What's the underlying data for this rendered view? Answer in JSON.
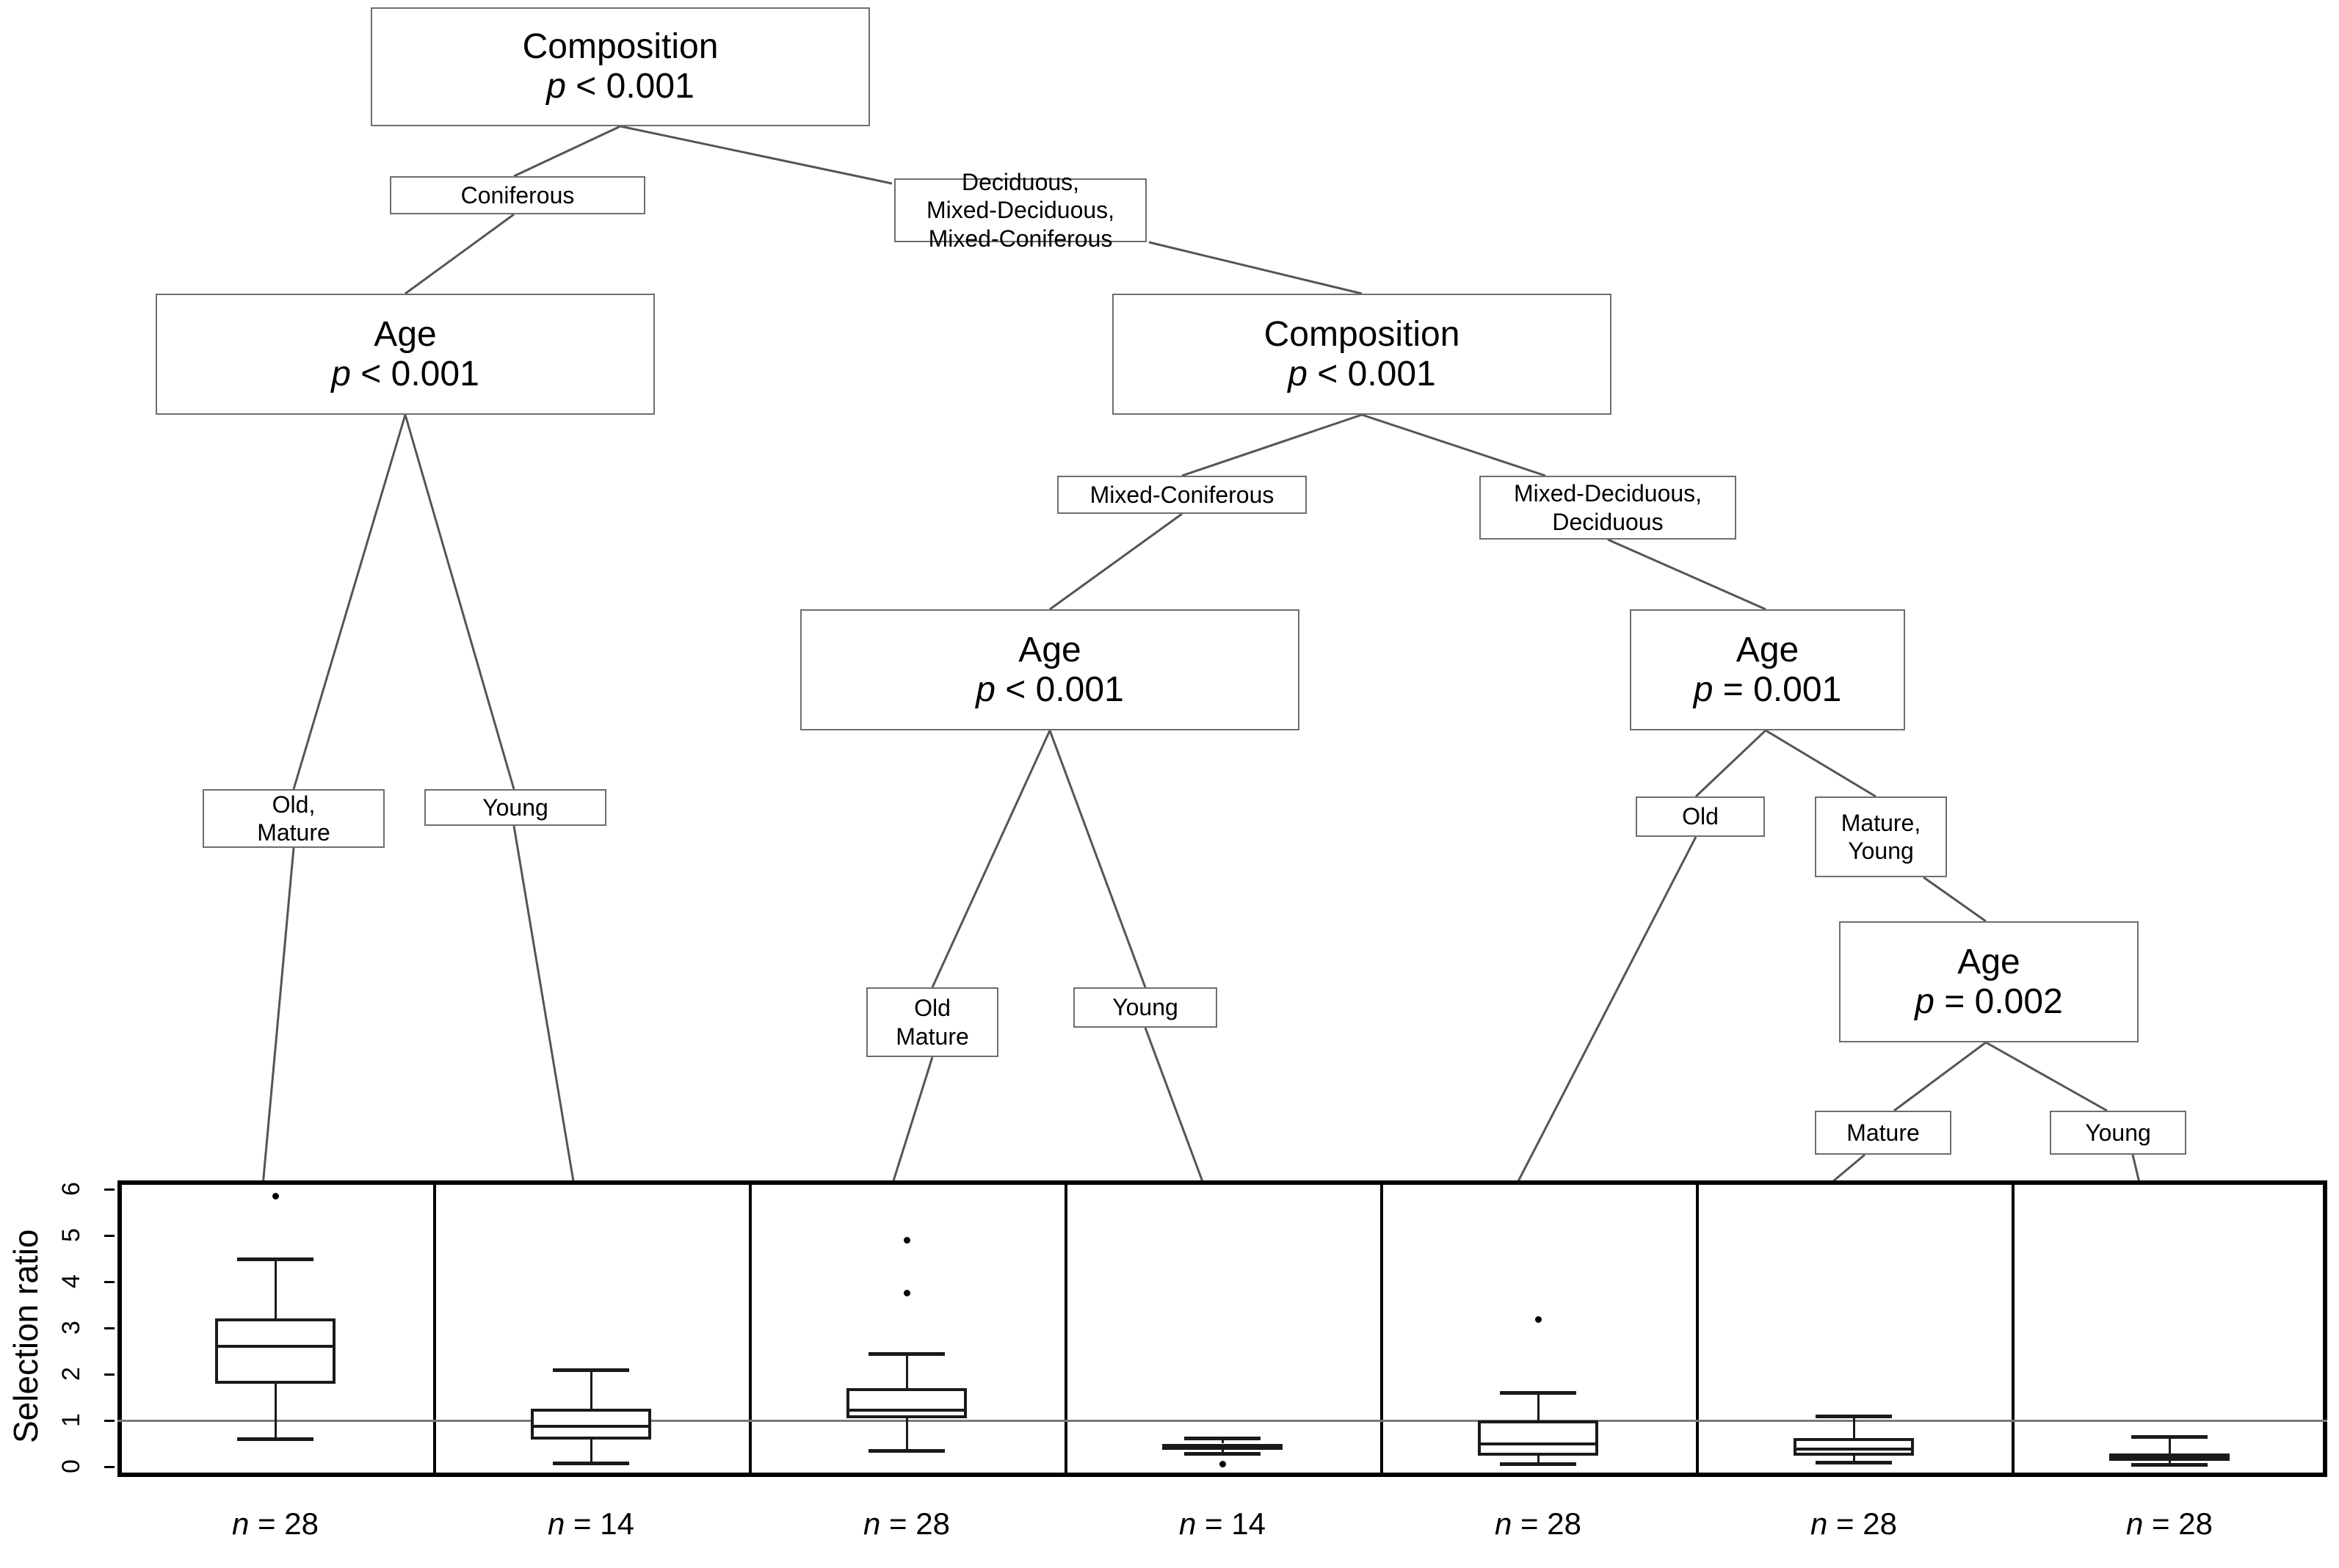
{
  "figure": {
    "type": "conditional-inference-tree",
    "y_axis_title": "Selection ratio",
    "reference_line_value": 1
  },
  "tree": {
    "nodes": [
      {
        "id": "n1",
        "name": "Composition",
        "p": "p < 0.001",
        "p_symbol": "p",
        "p_rest": " < 0.001"
      },
      {
        "id": "n2",
        "name": "Age",
        "p": "p < 0.001",
        "p_symbol": "p",
        "p_rest": " < 0.001"
      },
      {
        "id": "n3",
        "name": "Composition",
        "p": "p < 0.001",
        "p_symbol": "p",
        "p_rest": " < 0.001"
      },
      {
        "id": "n4",
        "name": "Age",
        "p": "p < 0.001",
        "p_symbol": "p",
        "p_rest": " < 0.001"
      },
      {
        "id": "n5",
        "name": "Age",
        "p": "p = 0.001",
        "p_symbol": "p",
        "p_rest": " = 0.001"
      },
      {
        "id": "n6",
        "name": "Age",
        "p": "p = 0.002",
        "p_symbol": "p",
        "p_rest": " = 0.002"
      }
    ],
    "edge_labels": [
      {
        "id": "e1",
        "lines": [
          "Coniferous"
        ]
      },
      {
        "id": "e2",
        "lines": [
          "Deciduous,",
          "Mixed-Deciduous,",
          "Mixed-Coniferous"
        ]
      },
      {
        "id": "e3",
        "lines": [
          "Old,",
          "Mature"
        ]
      },
      {
        "id": "e4",
        "lines": [
          "Young"
        ]
      },
      {
        "id": "e5",
        "lines": [
          "Mixed-Coniferous"
        ]
      },
      {
        "id": "e6",
        "lines": [
          "Mixed-Deciduous,",
          "Deciduous"
        ]
      },
      {
        "id": "e7",
        "lines": [
          "Old",
          "Mature"
        ]
      },
      {
        "id": "e8",
        "lines": [
          "Young"
        ]
      },
      {
        "id": "e9",
        "lines": [
          "Old"
        ]
      },
      {
        "id": "e10",
        "lines": [
          "Mature,",
          "Young"
        ]
      },
      {
        "id": "e11",
        "lines": [
          "Mature"
        ]
      },
      {
        "id": "e12",
        "lines": [
          "Young"
        ]
      }
    ]
  },
  "chart_data": {
    "type": "boxplot",
    "title": "",
    "xlabel": "",
    "ylabel": "Selection ratio",
    "ylim": [
      0,
      6
    ],
    "yticks": [
      0,
      1,
      2,
      3,
      4,
      5,
      6
    ],
    "ytick_labels": [
      "0",
      "1",
      "2",
      "3",
      "4",
      "5",
      "6"
    ],
    "grid": false,
    "reference_line": 1,
    "terminal_labels": [
      "n = 28",
      "n = 14",
      "n = 28",
      "n = 14",
      "n = 28",
      "n = 28",
      "n = 28"
    ],
    "counts": [
      28,
      14,
      28,
      14,
      28,
      28,
      28
    ],
    "boxes": [
      {
        "node": "Node 3",
        "n": 28,
        "n_label": "n = 28",
        "whisker_low": 0.6,
        "q1": 1.8,
        "median": 2.6,
        "q3": 3.2,
        "whisker_high": 4.5,
        "outliers": [
          5.85
        ]
      },
      {
        "node": "Node 4",
        "n": 14,
        "n_label": "n = 14",
        "whisker_low": 0.08,
        "q1": 0.58,
        "median": 0.88,
        "q3": 1.25,
        "whisker_high": 2.1,
        "outliers": []
      },
      {
        "node": "Node 7",
        "n": 28,
        "n_label": "n = 28",
        "whisker_low": 0.35,
        "q1": 1.05,
        "median": 1.22,
        "q3": 1.7,
        "whisker_high": 2.45,
        "outliers": [
          3.75,
          4.9
        ]
      },
      {
        "node": "Node 8",
        "n": 14,
        "n_label": "n = 14",
        "whisker_low": 0.28,
        "q1": 0.38,
        "median": 0.46,
        "q3": 0.5,
        "whisker_high": 0.62,
        "outliers": [
          0.05
        ]
      },
      {
        "node": "Node 11",
        "n": 28,
        "n_label": "n = 28",
        "whisker_low": 0.07,
        "q1": 0.24,
        "median": 0.5,
        "q3": 1.0,
        "whisker_high": 1.6,
        "outliers": [
          3.18
        ]
      },
      {
        "node": "Node 13",
        "n": 28,
        "n_label": "n = 28",
        "whisker_low": 0.1,
        "q1": 0.24,
        "median": 0.38,
        "q3": 0.62,
        "whisker_high": 1.1,
        "outliers": []
      },
      {
        "node": "Node 14",
        "n": 28,
        "n_label": "n = 28",
        "whisker_low": 0.05,
        "q1": 0.12,
        "median": 0.19,
        "q3": 0.28,
        "whisker_high": 0.65,
        "outliers": []
      }
    ]
  },
  "colors": {
    "node_border": "#6e6e6e",
    "panel_border": "#000000",
    "box_stroke": "#1a1a1a",
    "reference_line": "#7a7a7a",
    "background": "#ffffff"
  }
}
